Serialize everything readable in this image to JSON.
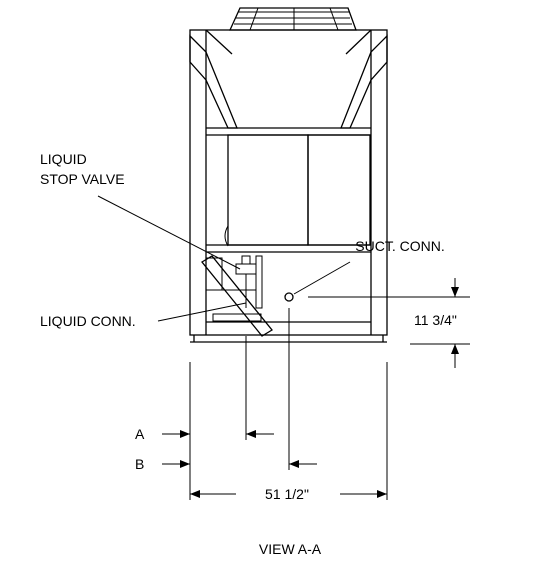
{
  "labels": {
    "liquid_stop_valve_line1": "LIQUID",
    "liquid_stop_valve_line2": "STOP VALVE",
    "suction_connection": "SUCT. CONN.",
    "liquid_connection": "LIQUID CONN.",
    "vertical_dimension": "11 3/4\"",
    "dimension_a": "A",
    "dimension_b": "B",
    "overall_width": "51 1/2\"",
    "view_title": "VIEW A-A"
  }
}
